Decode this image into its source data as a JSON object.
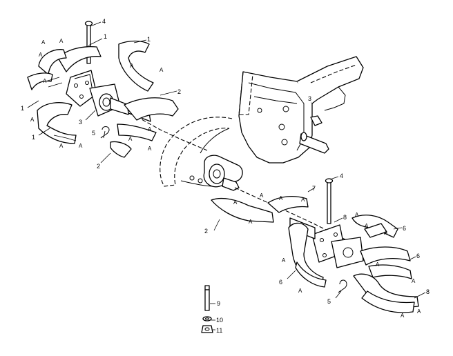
{
  "callouts": {
    "n1": "1",
    "n2": "2",
    "n3": "3",
    "n4": "4",
    "n5": "5",
    "n6": "6",
    "n7": "7",
    "n8": "8",
    "n9": "9",
    "n10": "10",
    "n11": "11",
    "a": "A"
  }
}
